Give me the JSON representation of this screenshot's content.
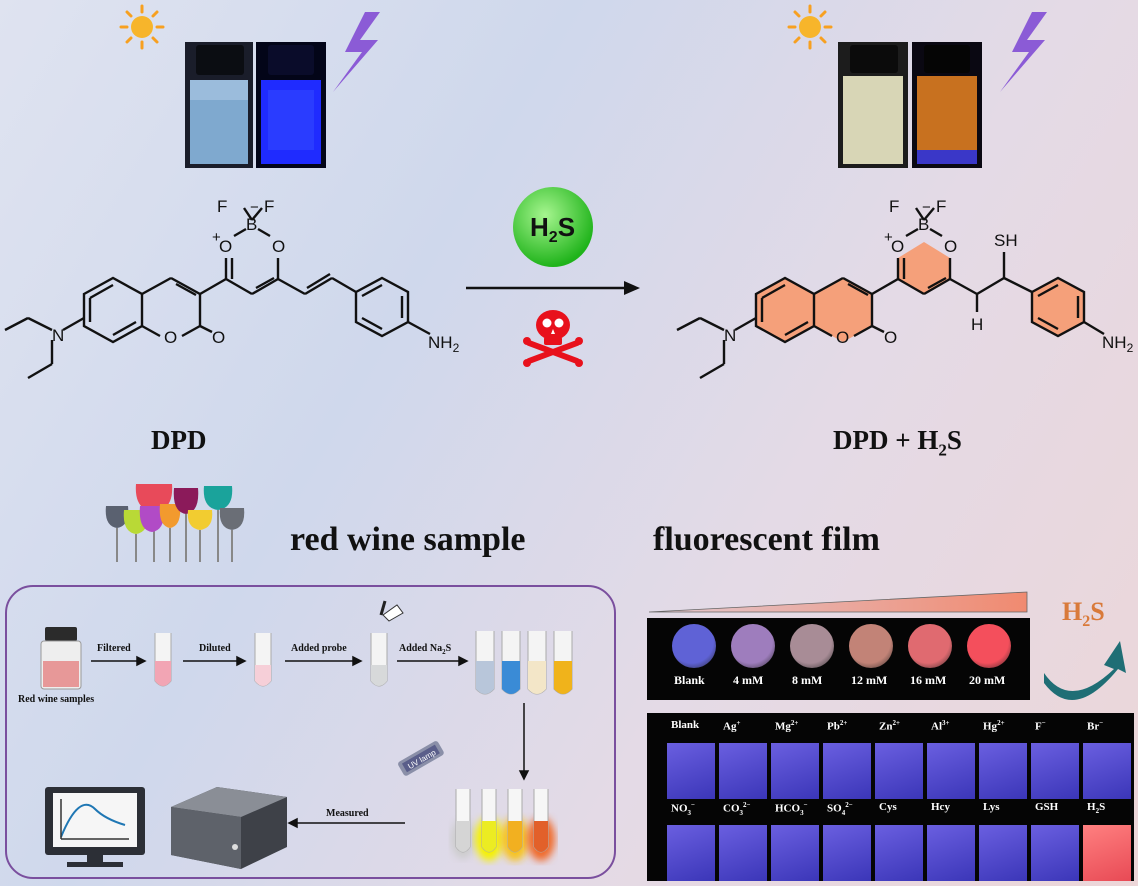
{
  "reaction": {
    "reactant_label": "DPD",
    "product_label": "DPD + H",
    "product_label_sub": "2",
    "product_label_end": "S",
    "reagent": "H",
    "reagent_sub": "2",
    "reagent_end": "S",
    "atoms": {
      "F": "F",
      "B": "B",
      "O": "O",
      "minus": "−",
      "plus": "+",
      "N": "N",
      "NH2": "NH",
      "NH2_sub": "2",
      "SH": "SH",
      "H": "H"
    }
  },
  "sections": {
    "red_wine": "red wine sample",
    "fluorescent_film": "fluorescent film"
  },
  "workflow": {
    "start_label": "Red wine samples",
    "steps": [
      "Filtered",
      "Diluted",
      "Added probe",
      "Added Na"
    ],
    "step4_sub": "2",
    "step4_end": "S",
    "measured": "Measured",
    "uv_lamp": "UV lamp"
  },
  "film": {
    "h2s_label": "H",
    "h2s_sub": "2",
    "h2s_end": "S",
    "concentrations": [
      "Blank",
      "4 mM",
      "8 mM",
      "12 mM",
      "16 mM",
      "20 mM"
    ],
    "concentration_colors": [
      "#5f62d6",
      "#9e7dbd",
      "#a88c96",
      "#c28377",
      "#e06a70",
      "#f44f5c"
    ],
    "ions_row1": [
      {
        "base": "Blank",
        "sup": ""
      },
      {
        "base": "Ag",
        "sup": "+"
      },
      {
        "base": "Mg",
        "sup": "2+"
      },
      {
        "base": "Pb",
        "sup": "2+"
      },
      {
        "base": "Zn",
        "sup": "2+"
      },
      {
        "base": "Al",
        "sup": "3+"
      },
      {
        "base": "Hg",
        "sup": "2+"
      },
      {
        "base": "F",
        "sup": "−"
      },
      {
        "base": "Br",
        "sup": "−"
      }
    ],
    "ions_row2": [
      {
        "base": "NO",
        "sub": "3",
        "sup": "−"
      },
      {
        "base": "CO",
        "sub": "3",
        "sup": "2−"
      },
      {
        "base": "HCO",
        "sub": "3",
        "sup": "−"
      },
      {
        "base": "SO",
        "sub": "4",
        "sup": "2−"
      },
      {
        "base": "Cys",
        "sub": "",
        "sup": ""
      },
      {
        "base": "Hcy",
        "sub": "",
        "sup": ""
      },
      {
        "base": "Lys",
        "sub": "",
        "sup": ""
      },
      {
        "base": "GSH",
        "sub": "",
        "sup": ""
      },
      {
        "base": "H",
        "sub": "2",
        "sup": "",
        "end": "S"
      }
    ]
  },
  "colors": {
    "orange_ring": "#f5a07a",
    "green_reagent": "#3fd13c",
    "panel_border": "#7a4f9e",
    "arrow_teal": "#1f6e75",
    "h2s_orange": "#d97a3a"
  }
}
